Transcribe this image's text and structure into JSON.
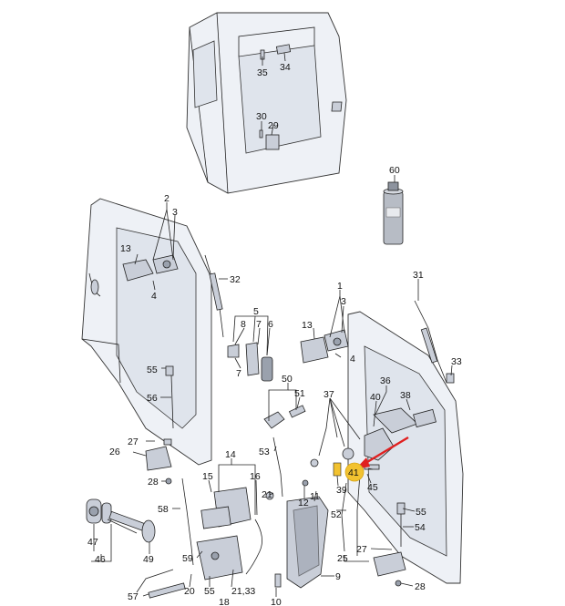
{
  "diagram": {
    "labels": [
      {
        "id": "l60",
        "text": "60"
      },
      {
        "id": "l35",
        "text": "35"
      },
      {
        "id": "l34",
        "text": "34"
      },
      {
        "id": "l30",
        "text": "30"
      },
      {
        "id": "l29",
        "text": "29"
      },
      {
        "id": "l2",
        "text": "2"
      },
      {
        "id": "l3a",
        "text": "3"
      },
      {
        "id": "l13a",
        "text": "13"
      },
      {
        "id": "l4a",
        "text": "4"
      },
      {
        "id": "l32",
        "text": "32"
      },
      {
        "id": "l31",
        "text": "31"
      },
      {
        "id": "l1",
        "text": "1"
      },
      {
        "id": "l3b",
        "text": "3"
      },
      {
        "id": "l13b",
        "text": "13"
      },
      {
        "id": "l4b",
        "text": "4"
      },
      {
        "id": "l5",
        "text": "5"
      },
      {
        "id": "l8",
        "text": "8"
      },
      {
        "id": "l7a",
        "text": "7"
      },
      {
        "id": "l6",
        "text": "6"
      },
      {
        "id": "l7b",
        "text": "7"
      },
      {
        "id": "l33",
        "text": "33"
      },
      {
        "id": "l55a",
        "text": "55"
      },
      {
        "id": "l56",
        "text": "56"
      },
      {
        "id": "l50",
        "text": "50"
      },
      {
        "id": "l51",
        "text": "51"
      },
      {
        "id": "l36",
        "text": "36"
      },
      {
        "id": "l37",
        "text": "37"
      },
      {
        "id": "l40",
        "text": "40"
      },
      {
        "id": "l38",
        "text": "38"
      },
      {
        "id": "l27a",
        "text": "27"
      },
      {
        "id": "l26",
        "text": "26"
      },
      {
        "id": "l28a",
        "text": "28"
      },
      {
        "id": "l14",
        "text": "14"
      },
      {
        "id": "l53",
        "text": "53"
      },
      {
        "id": "l15",
        "text": "15"
      },
      {
        "id": "l16",
        "text": "16"
      },
      {
        "id": "l41",
        "text": "41"
      },
      {
        "id": "l45",
        "text": "45"
      },
      {
        "id": "l39",
        "text": "39"
      },
      {
        "id": "l21",
        "text": "21"
      },
      {
        "id": "l11",
        "text": "11"
      },
      {
        "id": "l12",
        "text": "12"
      },
      {
        "id": "l52",
        "text": "52"
      },
      {
        "id": "l58",
        "text": "58"
      },
      {
        "id": "l55b",
        "text": "55"
      },
      {
        "id": "l54",
        "text": "54"
      },
      {
        "id": "l47",
        "text": "47"
      },
      {
        "id": "l46",
        "text": "46"
      },
      {
        "id": "l49",
        "text": "49"
      },
      {
        "id": "l59",
        "text": "59"
      },
      {
        "id": "l27b",
        "text": "27"
      },
      {
        "id": "l25",
        "text": "25"
      },
      {
        "id": "l28b",
        "text": "28"
      },
      {
        "id": "l9",
        "text": "9"
      },
      {
        "id": "l57",
        "text": "57"
      },
      {
        "id": "l20",
        "text": "20"
      },
      {
        "id": "l55c",
        "text": "55"
      },
      {
        "id": "l2133",
        "text": "21,33"
      },
      {
        "id": "l10",
        "text": "10"
      },
      {
        "id": "l18",
        "text": "18"
      }
    ],
    "highlight_color": "#f2c230",
    "arrow_color": "#e02020"
  }
}
